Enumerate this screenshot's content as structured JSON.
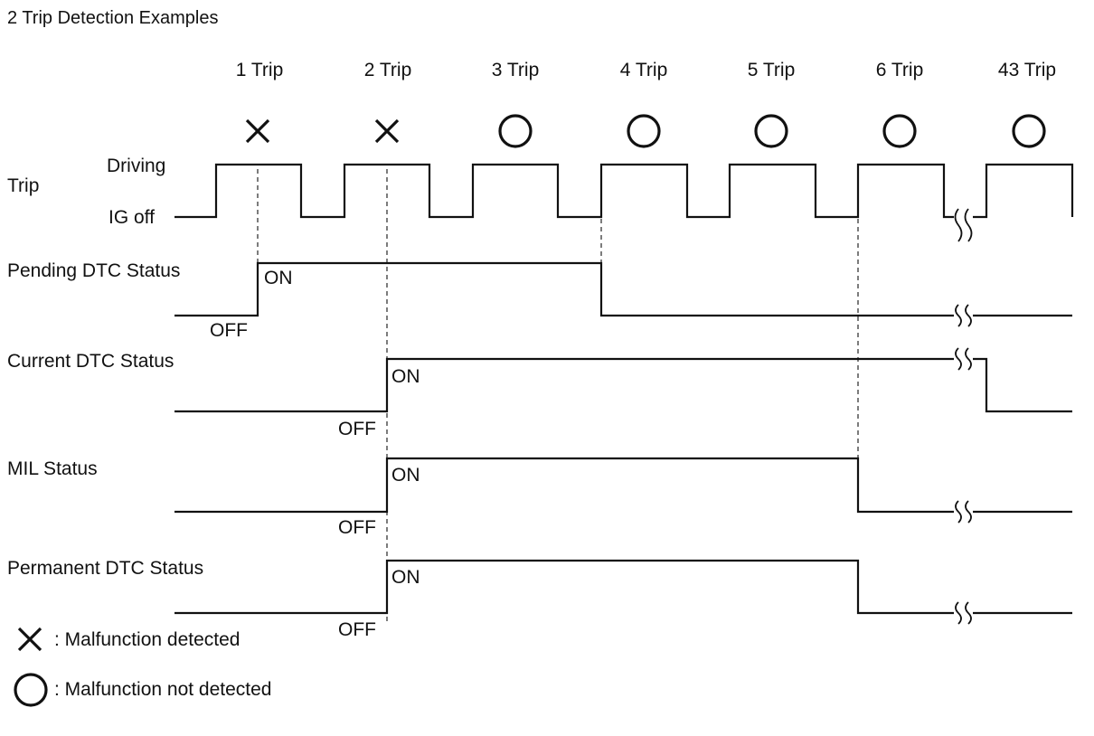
{
  "title": "2 Trip Detection Examples",
  "trips": [
    {
      "label": "1 Trip",
      "result": "detected"
    },
    {
      "label": "2 Trip",
      "result": "detected"
    },
    {
      "label": "3 Trip",
      "result": "not-detected"
    },
    {
      "label": "4 Trip",
      "result": "not-detected"
    },
    {
      "label": "5 Trip",
      "result": "not-detected"
    },
    {
      "label": "6 Trip",
      "result": "not-detected"
    },
    {
      "label": "43 Trip",
      "result": "not-detected"
    }
  ],
  "trip_row": {
    "label": "Trip",
    "high_label": "Driving",
    "low_label": "IG off"
  },
  "signals": [
    {
      "id": "pending",
      "label": "Pending DTC Status",
      "on_label": "ON",
      "off_label": "OFF",
      "on_from_trip": 1,
      "off_from_trip": 4
    },
    {
      "id": "current",
      "label": "Current DTC Status",
      "on_label": "ON",
      "off_label": "OFF",
      "on_from_trip": 2,
      "off_from_trip": 43
    },
    {
      "id": "mil",
      "label": "MIL Status",
      "on_label": "ON",
      "off_label": "OFF",
      "on_from_trip": 2,
      "off_from_trip": 6
    },
    {
      "id": "permanent",
      "label": "Permanent DTC Status",
      "on_label": "ON",
      "off_label": "OFF",
      "on_from_trip": 2,
      "off_from_trip": 6
    }
  ],
  "legend": [
    {
      "symbol": "cross-icon",
      "text": ": Malfunction detected"
    },
    {
      "symbol": "circle-icon",
      "text": ": Malfunction not detected"
    }
  ]
}
